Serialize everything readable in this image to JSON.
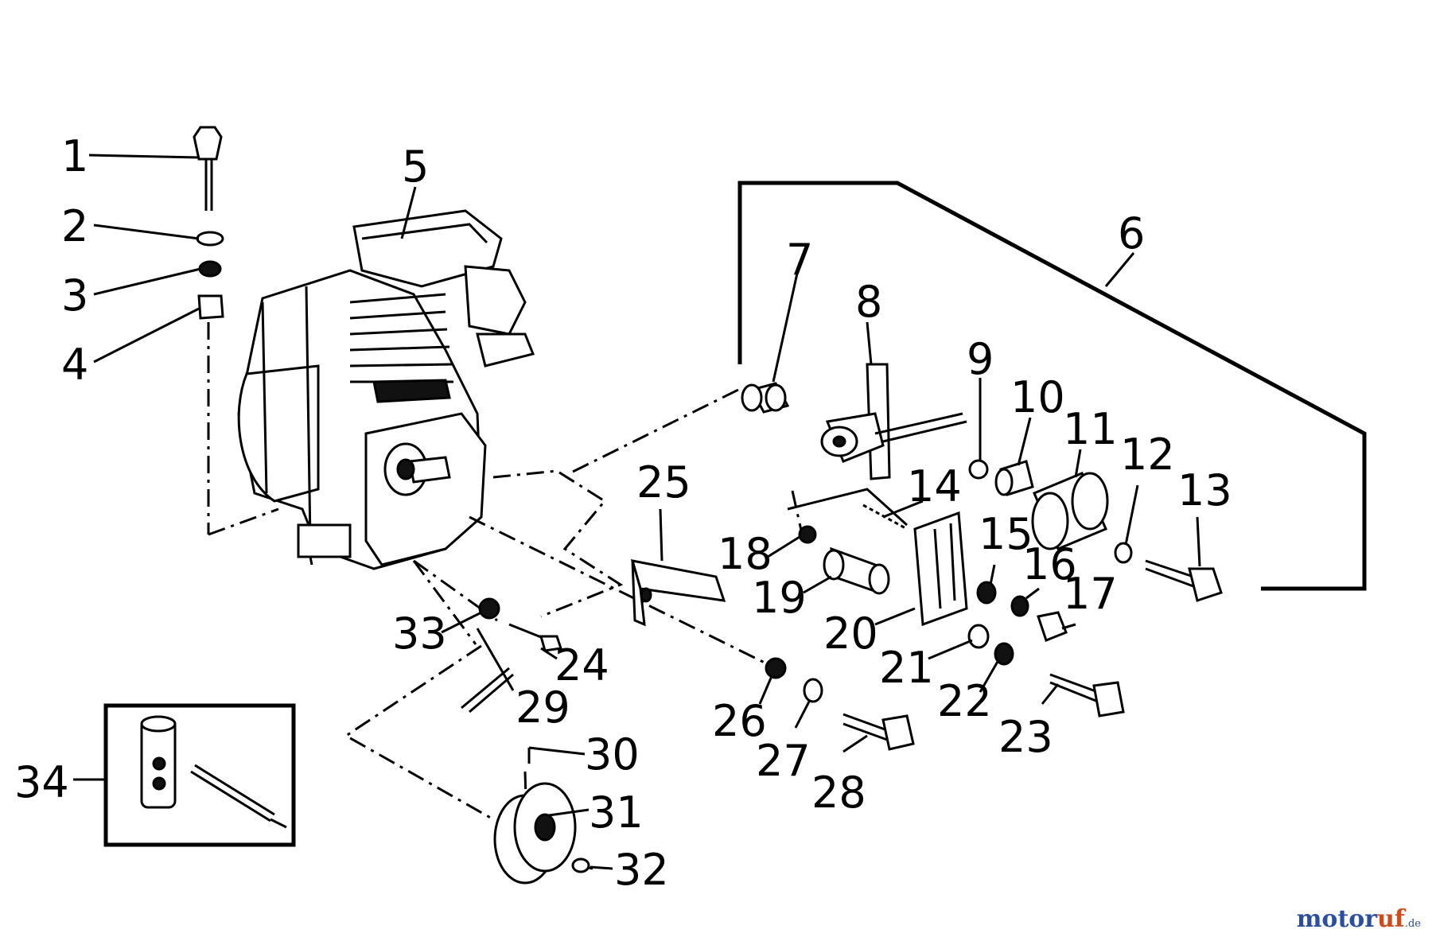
{
  "labels": [
    "1",
    "2",
    "3",
    "4",
    "5",
    "6",
    "7",
    "8",
    "9",
    "10",
    "11",
    "12",
    "13",
    "14",
    "15",
    "16",
    "17",
    "18",
    "19",
    "20",
    "21",
    "22",
    "23",
    "24",
    "25",
    "26",
    "27",
    "28",
    "29",
    "30",
    "31",
    "32",
    "33",
    "34"
  ],
  "watermark": {
    "part1": "motor",
    "part2": "uf",
    "tld": ".de"
  }
}
